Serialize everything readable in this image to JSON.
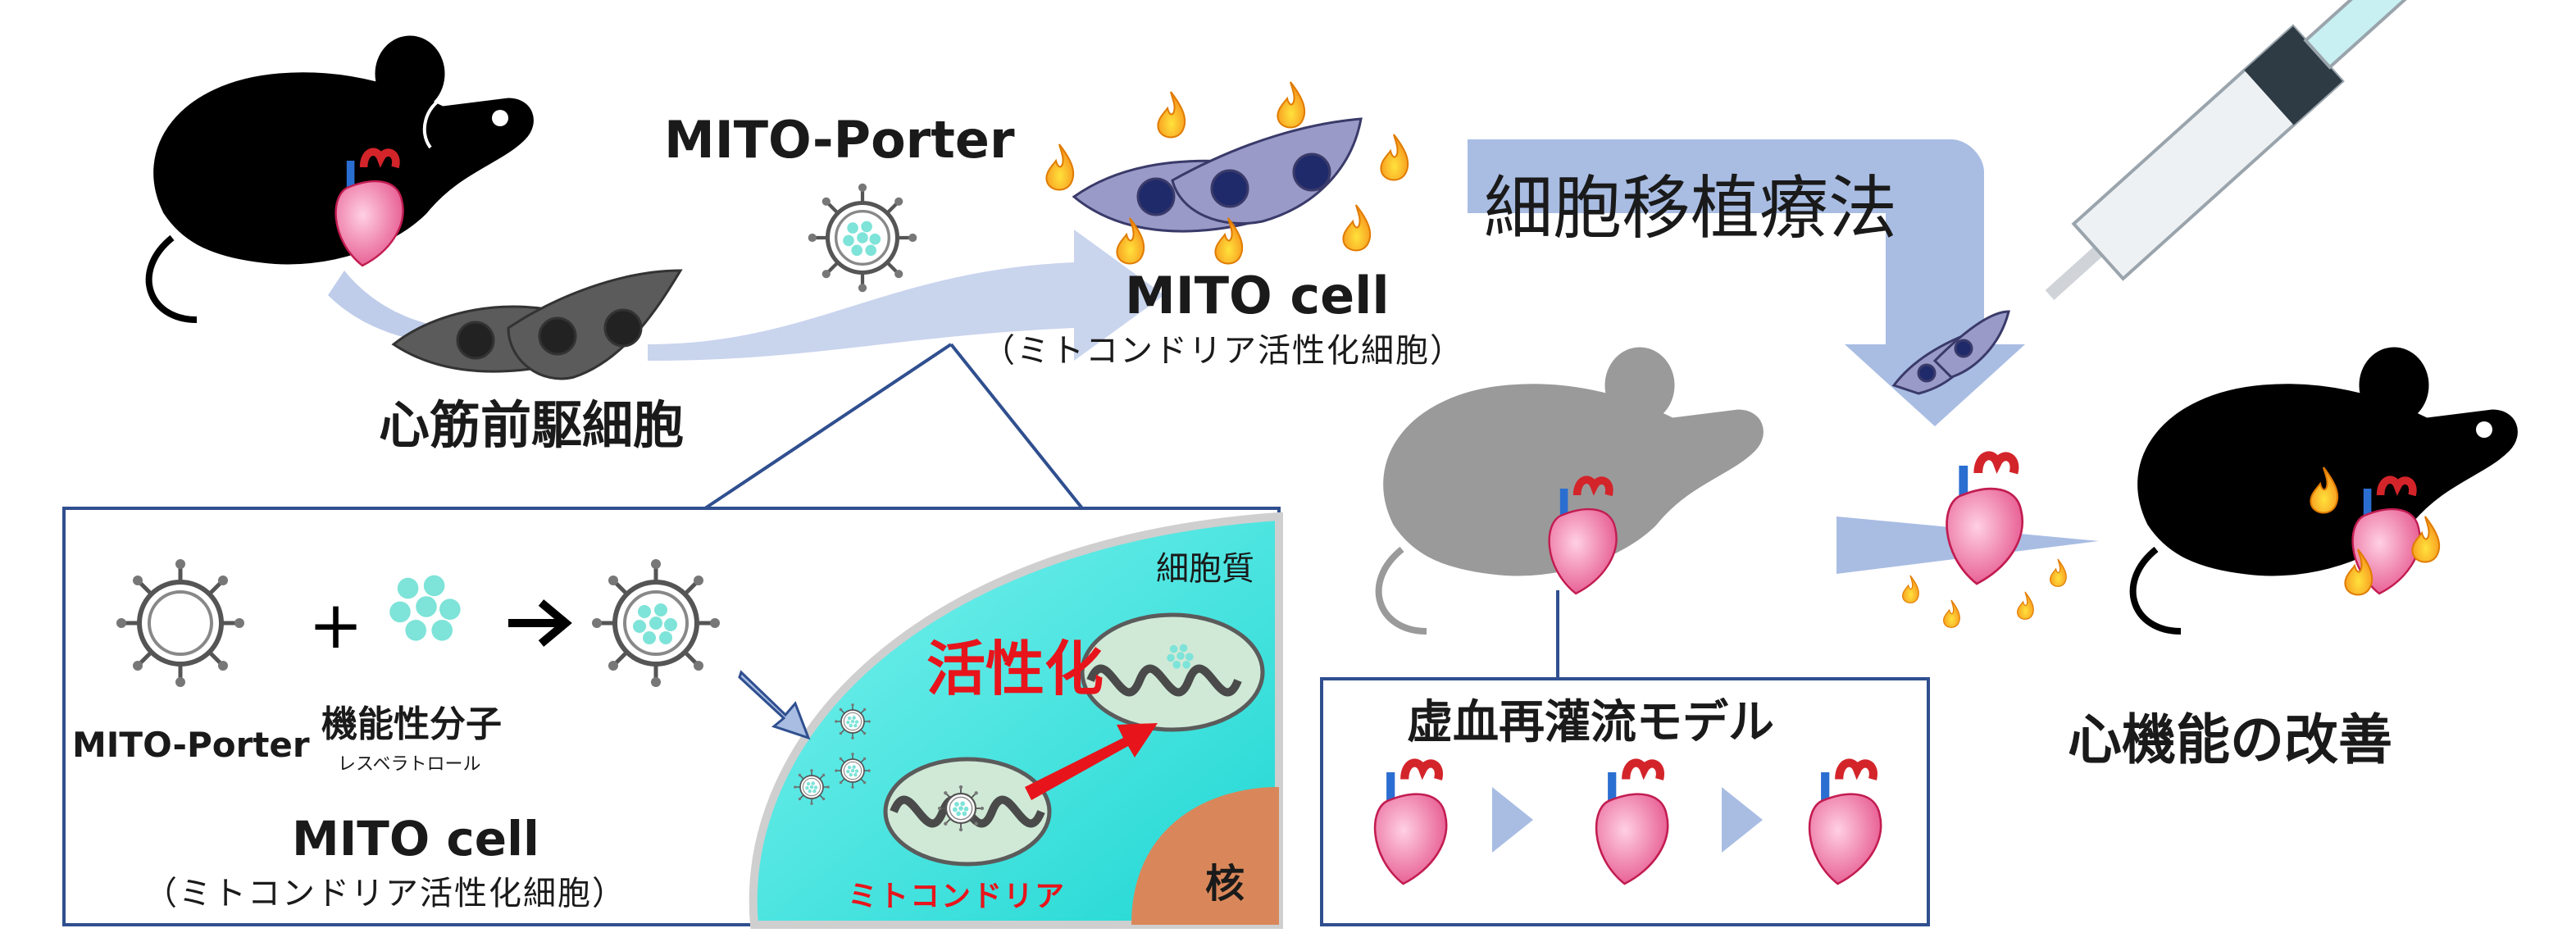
{
  "labels": {
    "mito_porter": "MITO-Porter",
    "mito_cell": "MITO cell",
    "mito_cell_sub": "（ミトコンドリア活性化細胞）",
    "progenitor": "心筋前駆細胞",
    "therapy": "細胞移植療法",
    "improvement": "心機能の改善",
    "ischemia_model": "虚血再灌流モデル"
  },
  "inset": {
    "mito_porter": "MITO-Porter",
    "functional_molecule": "機能性分子",
    "resveratrol": "レスベラトロール",
    "mito_cell": "MITO cell",
    "mito_cell_sub": "（ミトコンドリア活性化細胞）",
    "cytoplasm": "細胞質",
    "activation": "活性化",
    "mitochondria": "ミトコンドリア",
    "nucleus": "核"
  },
  "colors": {
    "arrow_blue": "#a9bde3",
    "inset_border": "#2f4f8f",
    "cytoplasm": "#2ee6df",
    "nucleus": "#d9875a",
    "cell_purple": "#9a9ac8",
    "cell_gray": "#5b5b5b",
    "flame_orange": "#f7941d",
    "accent_red": "#e8141b",
    "heart_pink": "#f4a0c0"
  }
}
